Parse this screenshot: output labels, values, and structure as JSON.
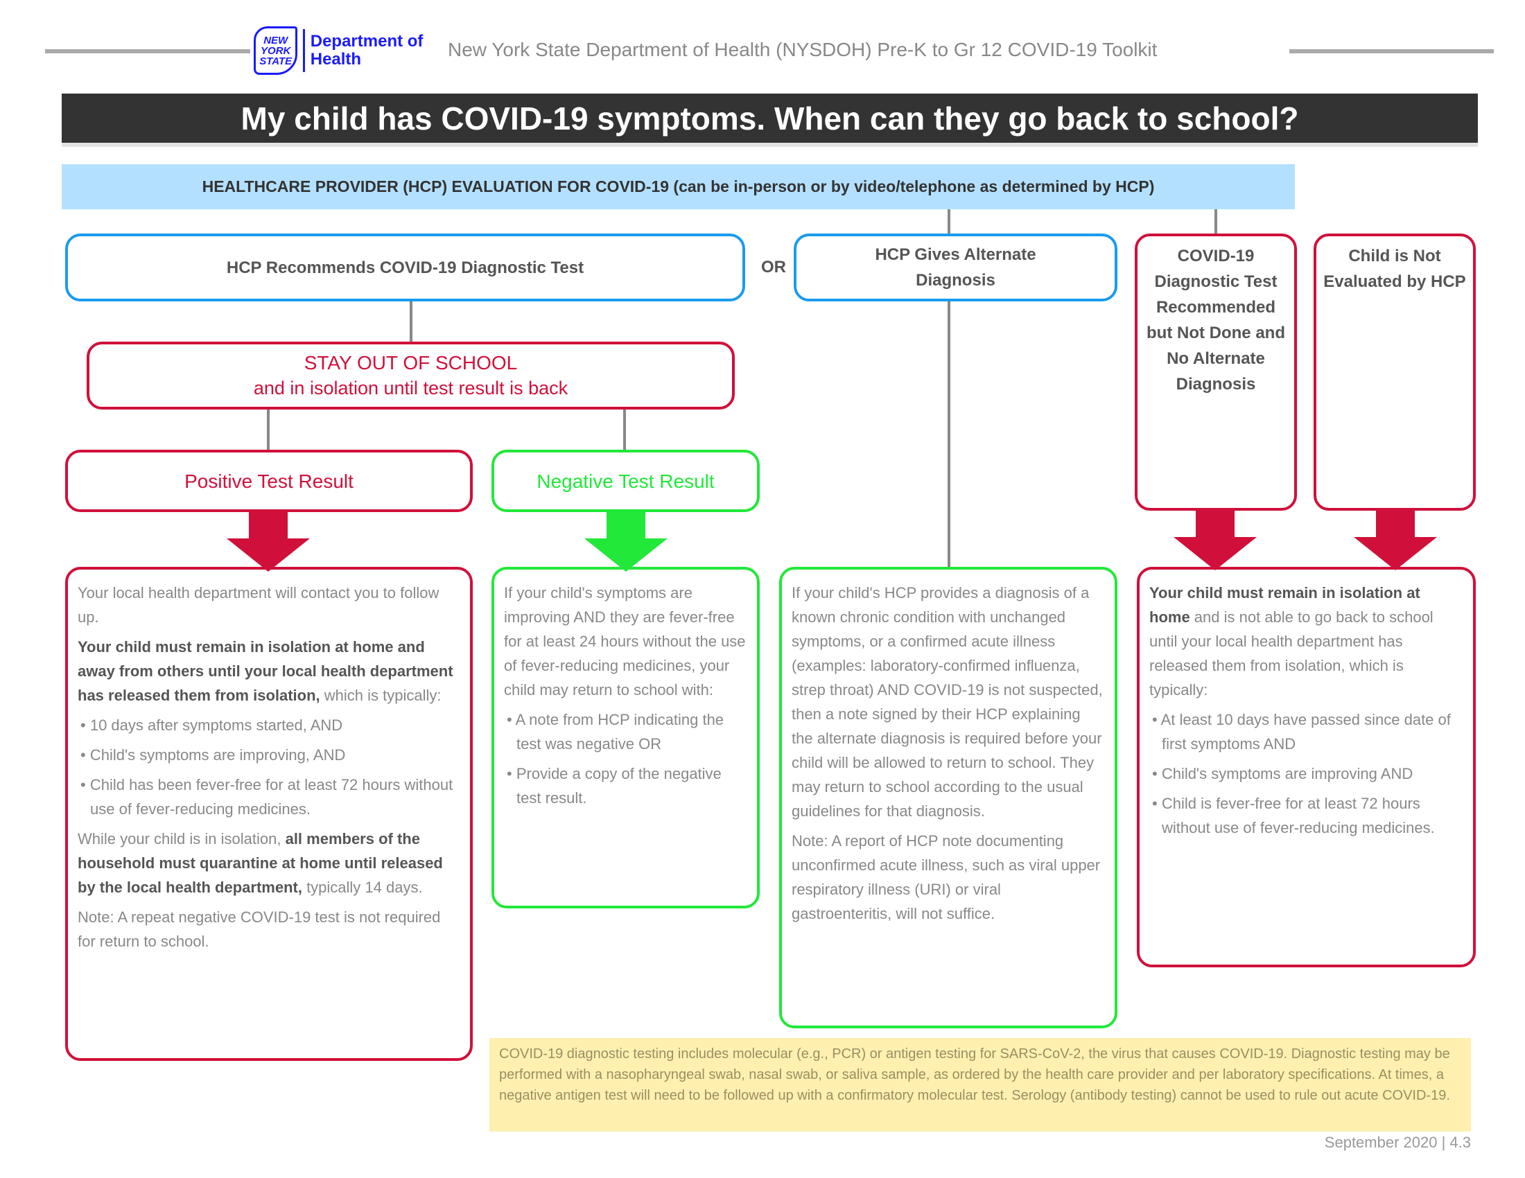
{
  "header": {
    "logo_state": [
      "NEW",
      "YORK",
      "STATE"
    ],
    "logo_dept": "Department of Health",
    "toolkit": "New York State Department of Health (NYSDOH) Pre-K to Gr 12 COVID-19 Toolkit"
  },
  "title": "My child has COVID-19 symptoms. When can they go back to school?",
  "banner": "HEALTHCARE PROVIDER (HCP) EVALUATION FOR COVID-19 (can be in-person or by video/telephone as determined by HCP)",
  "paths": {
    "recommend_test": "HCP Recommends COVID-19 Diagnostic Test",
    "or": "OR",
    "alternate": "HCP Gives Alternate Diagnosis",
    "not_done": "COVID-19 Diagnostic Test Recommended but Not Done and No Alternate Diagnosis",
    "not_evaluated": "Child is Not Evaluated by HCP"
  },
  "stay_out": {
    "line1": "STAY OUT OF SCHOOL",
    "line2": "and in isolation until test result is back"
  },
  "positive": {
    "label": "Positive Test Result",
    "p1": "Your local health department will contact you to follow up.",
    "p2": "Your child must remain in isolation at home and away from others until your local health department has released them from isolation,",
    "p2_tail": " which is typically:",
    "bullets": [
      "10 days after symptoms started, AND",
      "Child's symptoms are improving, AND",
      "Child has been fever-free for at least 72 hours without use of fever-reducing medicines."
    ],
    "p3a": "While your child is in isolation, ",
    "p3b": "all members of the household must quarantine at home until released by the local health department,",
    "p3c": " typically 14 days.",
    "note": "Note: A repeat negative COVID-19 test is not required for return to school."
  },
  "negative": {
    "label": "Negative Test Result",
    "p1": "If your child's symptoms are improving AND they are fever-free for at least 24 hours without the use of fever-reducing medicines, your child may return to school with:",
    "bullets": [
      "A note from HCP indicating the test was negative OR",
      "Provide a copy of the negative test result."
    ]
  },
  "alternate_text": {
    "p1": "If your child's HCP provides a diagnosis of a known chronic condition with unchanged symptoms, or a confirmed acute illness (examples: laboratory-confirmed influenza, strep throat) AND COVID-19 is not suspected, then a note signed by their HCP explaining the alternate diagnosis is required before your child will be allowed to return to school. They may return to school according to the usual guidelines for that diagnosis.",
    "p2": "Note: A report of HCP note documenting unconfirmed acute illness, such as viral upper respiratory illness (URI) or viral gastroenteritis, will not suffice."
  },
  "isolation": {
    "p1a": "Your child must remain in isolation at home",
    "p1b": " and is not able to go back to school until your local health department has released them from isolation, which is typically:",
    "bullets": [
      "At least 10 days have passed since date of first symptoms AND",
      "Child's symptoms are improving AND",
      "Child is fever-free for at least 72 hours without use of fever-reducing medicines."
    ]
  },
  "footnote": "COVID-19 diagnostic testing includes molecular (e.g., PCR) or antigen testing for SARS-CoV-2, the virus that causes COVID-19. Diagnostic testing may be performed with a nasopharyngeal swab, nasal swab, or saliva sample, as ordered by the health care provider and per laboratory specifications. At times, a negative antigen test will need to be followed up with a confirmatory molecular test. Serology (antibody testing) cannot be used to rule out acute COVID-19.",
  "footer": "September 2020   |   4.3",
  "colors": {
    "blue": "#1a9bf0",
    "red": "#d0103a",
    "green": "#22e83a",
    "banner": "#b3e0ff",
    "note": "#fff0b0"
  }
}
